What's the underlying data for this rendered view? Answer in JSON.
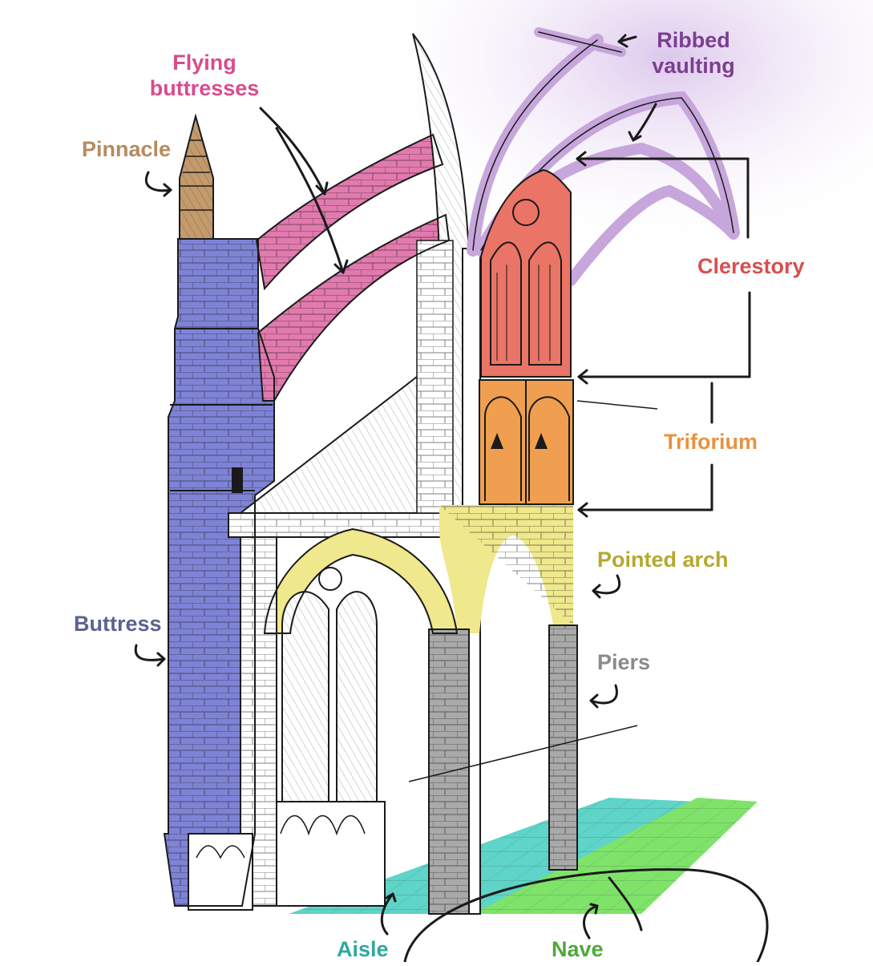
{
  "labels": {
    "ribbed_vaulting": {
      "line1": "Ribbed",
      "line2": "vaulting",
      "color": "#7a3f8f"
    },
    "flying_buttresses": {
      "line1": "Flying",
      "line2": "buttresses",
      "color": "#d94b8e"
    },
    "pinnacle": {
      "text": "Pinnacle",
      "color": "#b58b5f"
    },
    "clerestory": {
      "text": "Clerestory",
      "color": "#d84f4f"
    },
    "triforium": {
      "text": "Triforium",
      "color": "#e8923f"
    },
    "pointed_arch": {
      "text": "Pointed arch",
      "color": "#b5a92e"
    },
    "buttress": {
      "text": "Buttress",
      "color": "#5b6290"
    },
    "piers": {
      "text": "Piers",
      "color": "#8a8a8a"
    },
    "aisle": {
      "text": "Aisle",
      "color": "#2fa9a0"
    },
    "nave": {
      "text": "Nave",
      "color": "#4ea83a"
    }
  },
  "colors": {
    "vault": "#c7a6dc",
    "flying_buttress": "#e27aae",
    "pinnacle": "#c49a6c",
    "clerestory": "#ea7466",
    "triforium": "#ef9f4f",
    "arch": "#efe88c",
    "buttress": "#7f83d6",
    "pier": "#a9a9a9",
    "aisle_floor": "#5fd4c8",
    "nave_floor": "#7fe36a",
    "ink": "#1a1a1a"
  }
}
